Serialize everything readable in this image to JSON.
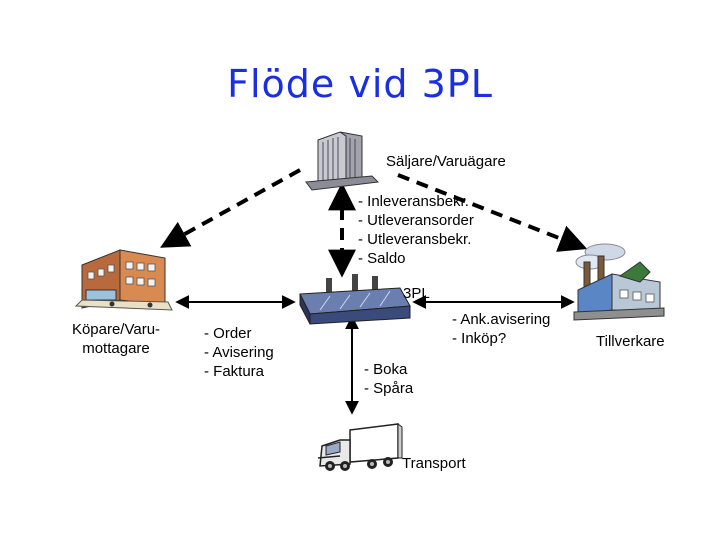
{
  "title": "Flöde vid 3PL",
  "nodes": {
    "seller": "Säljare/Varuägare",
    "tpl": "3PL",
    "buyer": [
      "Köpare/Varu-",
      "mottagare"
    ],
    "manufacturer": "Tillverkare",
    "transport": "Transport"
  },
  "flows": {
    "seller_3pl": [
      "- Inleveransbekr.",
      "- Utleveransorder",
      "- Utleveransbekr.",
      "- Saldo"
    ],
    "buyer_3pl": [
      "- Order",
      "- Avisering",
      "- Faktura"
    ],
    "manufacturer_3pl": [
      "- Ank.avisering",
      "- Inköp?"
    ],
    "transport_3pl": [
      "- Boka",
      "- Spåra"
    ]
  },
  "icons": {
    "seller": "office-tower-icon",
    "tpl": "warehouse-icon",
    "buyer": "store-building-icon",
    "manufacturer": "factory-icon",
    "transport": "truck-icon"
  },
  "colors": {
    "title": "#1a2fe0",
    "arrow": "#000000"
  }
}
